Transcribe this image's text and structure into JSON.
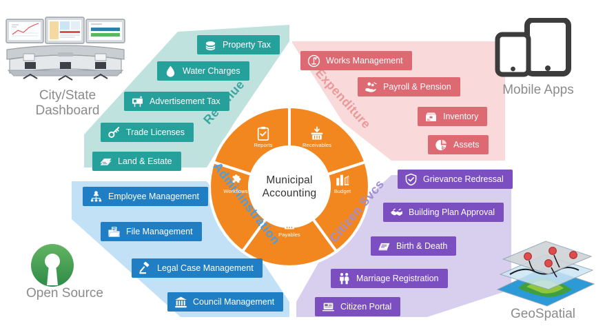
{
  "title": "Municipal Accounting",
  "center": {
    "line1": "Municipal",
    "line2": "Accounting"
  },
  "colors": {
    "revenue": "#25a09b",
    "revenue_backdrop": "#bde0dc",
    "revenue_arc_text": "#3aa6a0",
    "expenditure": "#dd6a72",
    "expenditure_backdrop": "#f8d6d7",
    "expenditure_arc_text": "#e89a9a",
    "administration": "#1f7ec4",
    "administration_backdrop": "#bfe0f5",
    "administration_arc_text": "#4e9ddd",
    "citizen": "#7b4fc0",
    "citizen_backdrop": "#d6cdee",
    "citizen_arc_text": "#9f8ed0",
    "wheel": "#f3871f",
    "hub": "#ffffff",
    "caption": "#8b8b8b"
  },
  "wheel_segments": [
    {
      "key": "reports",
      "label": "Reports",
      "icon": "clipboard-check-icon"
    },
    {
      "key": "receivables",
      "label": "Receivables",
      "icon": "basket-in-icon"
    },
    {
      "key": "budget",
      "label": "Budget",
      "icon": "bar-chart-icon"
    },
    {
      "key": "payables",
      "label": "Payables",
      "icon": "basket-out-icon"
    },
    {
      "key": "workflows",
      "label": "Workflows",
      "icon": "puzzle-icon"
    }
  ],
  "categories": [
    {
      "key": "revenue",
      "arc_label": "Revenue",
      "items": [
        {
          "label": "Property Tax",
          "icon": "money-stack-icon"
        },
        {
          "label": "Water Charges",
          "icon": "water-drop-icon"
        },
        {
          "label": "Advertisement Tax",
          "icon": "billboard-icon"
        },
        {
          "label": "Trade Licenses",
          "icon": "key-icon"
        },
        {
          "label": "Land & Estate",
          "icon": "land-plot-icon"
        }
      ]
    },
    {
      "key": "expenditure",
      "arc_label": "Expenditure",
      "items": [
        {
          "label": "Works Management",
          "icon": "crane-circle-icon"
        },
        {
          "label": "Payroll & Pension",
          "icon": "hand-coins-icon"
        },
        {
          "label": "Inventory",
          "icon": "open-box-icon"
        },
        {
          "label": "Assets",
          "icon": "pie-slice-icon"
        }
      ]
    },
    {
      "key": "administration",
      "arc_label": "Admininstration",
      "items": [
        {
          "label": "Employee Management",
          "icon": "org-chart-icon"
        },
        {
          "label": "File Management",
          "icon": "folder-files-icon"
        },
        {
          "label": "Legal Case Management",
          "icon": "gavel-icon"
        },
        {
          "label": "Council Management",
          "icon": "bank-building-icon"
        }
      ]
    },
    {
      "key": "citizen",
      "arc_label": "Citizen Svcs",
      "items": [
        {
          "label": "Grievance Redressal",
          "icon": "shield-check-icon"
        },
        {
          "label": "Building Plan Approval",
          "icon": "handshake-icon"
        },
        {
          "label": "Birth & Death",
          "icon": "certificate-icon"
        },
        {
          "label": "Marriage Registration",
          "icon": "couple-icon"
        },
        {
          "label": "Citizen Portal",
          "icon": "laptop-icon"
        }
      ]
    }
  ],
  "corners": [
    {
      "key": "dashboard",
      "caption": "City/State\nDashboard",
      "icon": "control-room-icon"
    },
    {
      "key": "mobile",
      "caption": "Mobile Apps",
      "icon": "phone-tablet-icon"
    },
    {
      "key": "opensource",
      "caption": "Open Source",
      "icon": "open-source-logo-icon"
    },
    {
      "key": "geospatial",
      "caption": "GeoSpatial",
      "icon": "map-layers-icon"
    }
  ]
}
